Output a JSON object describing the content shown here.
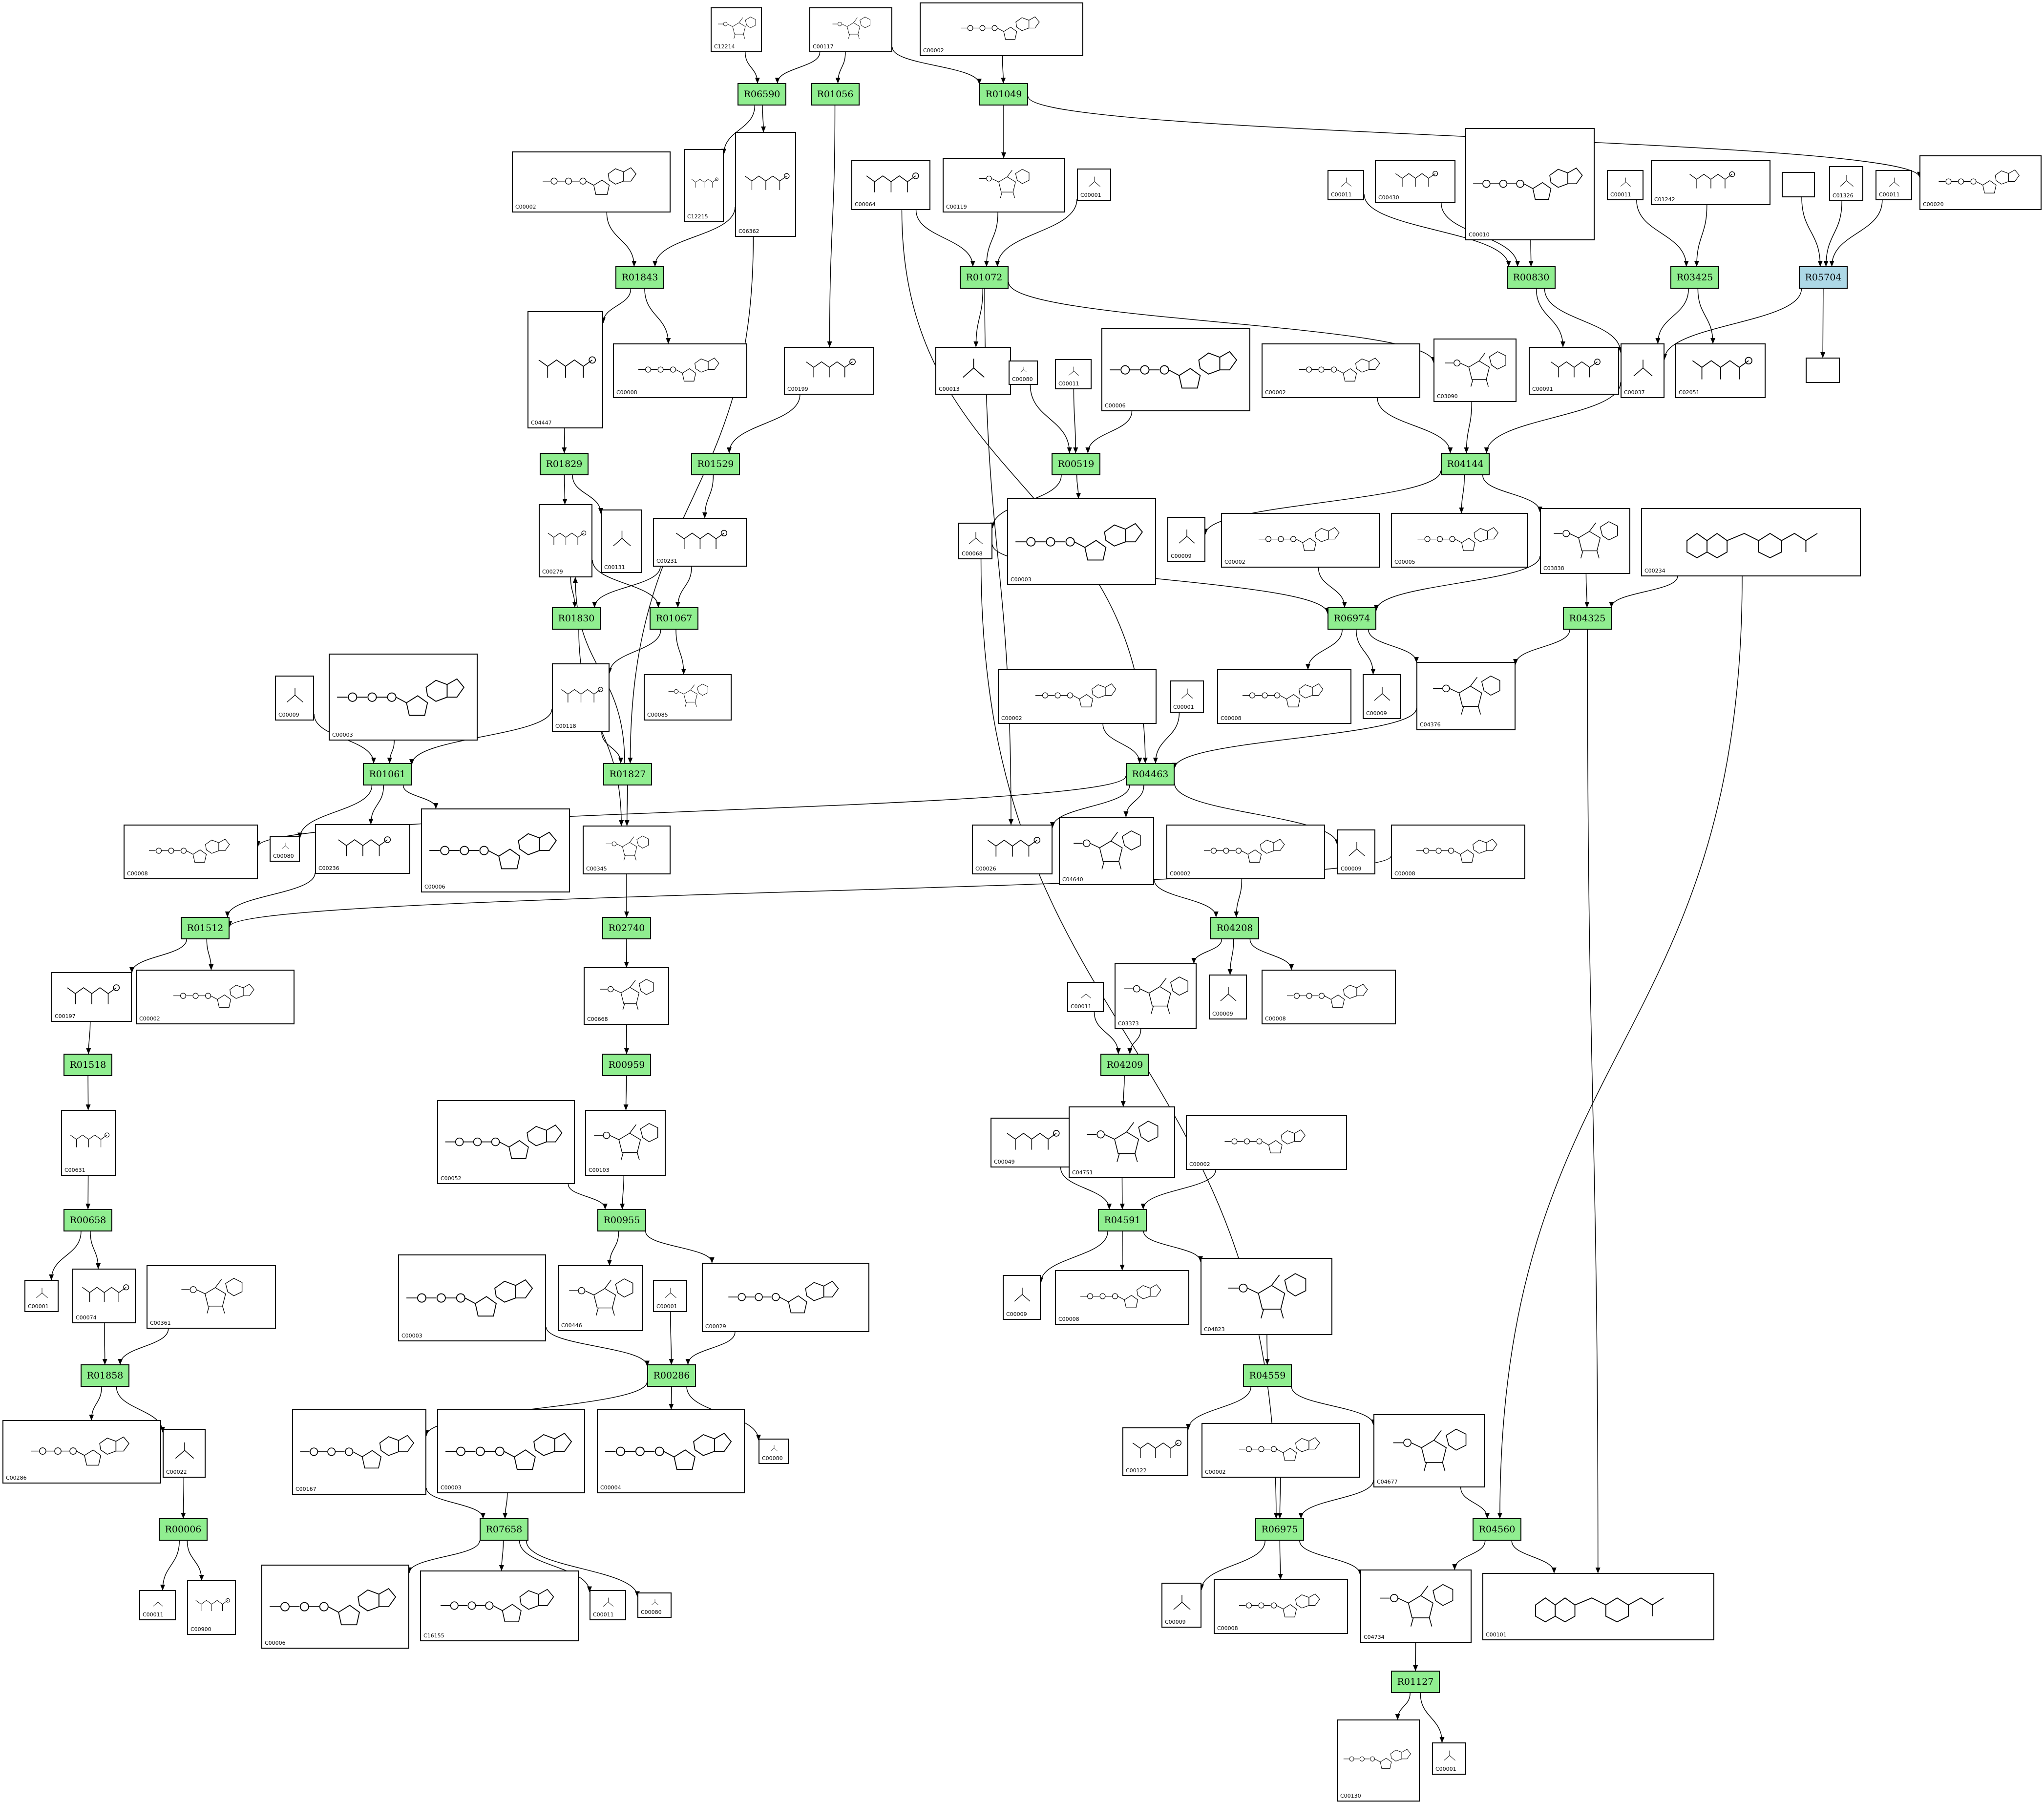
{
  "title": "",
  "reactions": [
    {
      "id": "R06590",
      "kind": "reaction"
    },
    {
      "id": "R01056",
      "kind": "reaction"
    },
    {
      "id": "R01049",
      "kind": "reaction"
    },
    {
      "id": "R01843",
      "kind": "reaction"
    },
    {
      "id": "R01072",
      "kind": "reaction"
    },
    {
      "id": "R00830",
      "kind": "reaction"
    },
    {
      "id": "R03425",
      "kind": "reaction"
    },
    {
      "id": "R05704",
      "kind": "reaction",
      "highlight": "#add8e6"
    },
    {
      "id": "R01829",
      "kind": "reaction"
    },
    {
      "id": "R01529",
      "kind": "reaction"
    },
    {
      "id": "R00519",
      "kind": "reaction"
    },
    {
      "id": "R04144",
      "kind": "reaction"
    },
    {
      "id": "R01830",
      "kind": "reaction"
    },
    {
      "id": "R01067",
      "kind": "reaction"
    },
    {
      "id": "R06974",
      "kind": "reaction"
    },
    {
      "id": "R04325",
      "kind": "reaction"
    },
    {
      "id": "R01061",
      "kind": "reaction"
    },
    {
      "id": "R01827",
      "kind": "reaction"
    },
    {
      "id": "R04463",
      "kind": "reaction"
    },
    {
      "id": "R01512",
      "kind": "reaction"
    },
    {
      "id": "R02740",
      "kind": "reaction"
    },
    {
      "id": "R04208",
      "kind": "reaction"
    },
    {
      "id": "R01518",
      "kind": "reaction"
    },
    {
      "id": "R00959",
      "kind": "reaction"
    },
    {
      "id": "R04209",
      "kind": "reaction"
    },
    {
      "id": "R00658",
      "kind": "reaction"
    },
    {
      "id": "R00955",
      "kind": "reaction"
    },
    {
      "id": "R04591",
      "kind": "reaction"
    },
    {
      "id": "R01858",
      "kind": "reaction"
    },
    {
      "id": "R00286",
      "kind": "reaction"
    },
    {
      "id": "R04559",
      "kind": "reaction"
    },
    {
      "id": "R00006",
      "kind": "reaction"
    },
    {
      "id": "R07658",
      "kind": "reaction"
    },
    {
      "id": "R06975",
      "kind": "reaction"
    },
    {
      "id": "R04560",
      "kind": "reaction"
    },
    {
      "id": "R01127",
      "kind": "reaction"
    }
  ],
  "compounds": [
    {
      "key": "c12214",
      "id": "C12214"
    },
    {
      "key": "c00117",
      "id": "C00117"
    },
    {
      "key": "c00002_top",
      "id": "C00002"
    },
    {
      "key": "c00002_a",
      "id": "C00002"
    },
    {
      "key": "c12215",
      "id": "C12215"
    },
    {
      "key": "c06362",
      "id": "C06362"
    },
    {
      "key": "c00064_a",
      "id": "C00064"
    },
    {
      "key": "c00119",
      "id": "C00119"
    },
    {
      "key": "c00001_a",
      "id": "C00001"
    },
    {
      "key": "c00011_a",
      "id": "C00011"
    },
    {
      "key": "c00430",
      "id": "C00430"
    },
    {
      "key": "c00010",
      "id": "C00010"
    },
    {
      "key": "c00011_b",
      "id": "C00011"
    },
    {
      "key": "c01242",
      "id": "C01242"
    },
    {
      "key": "c_blank",
      "id": ""
    },
    {
      "key": "c01326",
      "id": "C01326"
    },
    {
      "key": "c00011_c",
      "id": "C00011"
    },
    {
      "key": "c00020",
      "id": "C00020"
    },
    {
      "key": "c04447",
      "id": "C04447"
    },
    {
      "key": "c00008_a",
      "id": "C00008"
    },
    {
      "key": "c00199",
      "id": "C00199"
    },
    {
      "key": "c00013",
      "id": "C00013"
    },
    {
      "key": "c00080_a",
      "id": "C00080"
    },
    {
      "key": "c00011_d",
      "id": "C00011"
    },
    {
      "key": "c00006_a",
      "id": "C00006"
    },
    {
      "key": "c00002_b",
      "id": "C00002"
    },
    {
      "key": "c03090",
      "id": "C03090"
    },
    {
      "key": "c00091",
      "id": "C00091"
    },
    {
      "key": "c00037",
      "id": "C00037"
    },
    {
      "key": "c02051",
      "id": "C02051"
    },
    {
      "key": "c_blank2",
      "id": ""
    },
    {
      "key": "c00279",
      "id": "C00279"
    },
    {
      "key": "c00231",
      "id": "C00231"
    },
    {
      "key": "c00131",
      "id": "C00131"
    },
    {
      "key": "c00068",
      "id": "C00068"
    },
    {
      "key": "c00003_a",
      "id": "C00003"
    },
    {
      "key": "c00009_a",
      "id": "C00009"
    },
    {
      "key": "c00002_c",
      "id": "C00002"
    },
    {
      "key": "c00005_a",
      "id": "C00005"
    },
    {
      "key": "c03838",
      "id": "C03838"
    },
    {
      "key": "c00234",
      "id": "C00234"
    },
    {
      "key": "c00009_b",
      "id": "C00009"
    },
    {
      "key": "c00003_b",
      "id": "C00003"
    },
    {
      "key": "c00118",
      "id": "C00118"
    },
    {
      "key": "c00085",
      "id": "C00085"
    },
    {
      "key": "c00002_d",
      "id": "C00002"
    },
    {
      "key": "c00001_b",
      "id": "C00001"
    },
    {
      "key": "c00008_b",
      "id": "C00008"
    },
    {
      "key": "c00009_c",
      "id": "C00009"
    },
    {
      "key": "c04376",
      "id": "C04376"
    },
    {
      "key": "c00080_b",
      "id": "C00080"
    },
    {
      "key": "c00236",
      "id": "C00236"
    },
    {
      "key": "c00006_b",
      "id": "C00006"
    },
    {
      "key": "c00345",
      "id": "C00345"
    },
    {
      "key": "c00008_c",
      "id": "C00008"
    },
    {
      "key": "c00026",
      "id": "C00026"
    },
    {
      "key": "c04640",
      "id": "C04640"
    },
    {
      "key": "c00002_e",
      "id": "C00002"
    },
    {
      "key": "c00009_d",
      "id": "C00009"
    },
    {
      "key": "c00008_d",
      "id": "C00008"
    },
    {
      "key": "c00197",
      "id": "C00197"
    },
    {
      "key": "c00002_f",
      "id": "C00002"
    },
    {
      "key": "c00668",
      "id": "C00668"
    },
    {
      "key": "c00011_e",
      "id": "C00011"
    },
    {
      "key": "c03373",
      "id": "C03373"
    },
    {
      "key": "c00009_e",
      "id": "C00009"
    },
    {
      "key": "c00008_e",
      "id": "C00008"
    },
    {
      "key": "c00631",
      "id": "C00631"
    },
    {
      "key": "c00052",
      "id": "C00052"
    },
    {
      "key": "c00103",
      "id": "C00103"
    },
    {
      "key": "c00049",
      "id": "C00049"
    },
    {
      "key": "c04751",
      "id": "C04751"
    },
    {
      "key": "c00002_g",
      "id": "C00002"
    },
    {
      "key": "c00001_c",
      "id": "C00001"
    },
    {
      "key": "c00074",
      "id": "C00074"
    },
    {
      "key": "c00361",
      "id": "C00361"
    },
    {
      "key": "c00003_c",
      "id": "C00003"
    },
    {
      "key": "c00446",
      "id": "C00446"
    },
    {
      "key": "c00001_d",
      "id": "C00001"
    },
    {
      "key": "c00029",
      "id": "C00029"
    },
    {
      "key": "c00009_f",
      "id": "C00009"
    },
    {
      "key": "c00008_f",
      "id": "C00008"
    },
    {
      "key": "c04823",
      "id": "C04823"
    },
    {
      "key": "c00286",
      "id": "C00286"
    },
    {
      "key": "c00022",
      "id": "C00022"
    },
    {
      "key": "c00167",
      "id": "C00167"
    },
    {
      "key": "c00003_d",
      "id": "C00003"
    },
    {
      "key": "c00004",
      "id": "C00004"
    },
    {
      "key": "c00080_c",
      "id": "C00080"
    },
    {
      "key": "c00122",
      "id": "C00122"
    },
    {
      "key": "c00002_h",
      "id": "C00002"
    },
    {
      "key": "c04677",
      "id": "C04677"
    },
    {
      "key": "c00011_f",
      "id": "C00011"
    },
    {
      "key": "c00900",
      "id": "C00900"
    },
    {
      "key": "c00006_c",
      "id": "C00006"
    },
    {
      "key": "c16155",
      "id": "C16155"
    },
    {
      "key": "c00011_g",
      "id": "C00011"
    },
    {
      "key": "c00080_d",
      "id": "C00080"
    },
    {
      "key": "c00009_g",
      "id": "C00009"
    },
    {
      "key": "c00008_g",
      "id": "C00008"
    },
    {
      "key": "c04734",
      "id": "C04734"
    },
    {
      "key": "c00101",
      "id": "C00101"
    },
    {
      "key": "c00130",
      "id": "C00130"
    },
    {
      "key": "c00001_e",
      "id": "C00001"
    }
  ],
  "edges": [
    [
      "c12214",
      "R06590"
    ],
    [
      "c00117",
      "R06590"
    ],
    [
      "c00117",
      "R01056"
    ],
    [
      "c00117",
      "R01049"
    ],
    [
      "c00002_top",
      "R01049"
    ],
    [
      "R01049",
      "c00020"
    ],
    [
      "R06590",
      "c12215"
    ],
    [
      "R06590",
      "c06362"
    ],
    [
      "c00002_a",
      "R01843"
    ],
    [
      "c06362",
      "R01843"
    ],
    [
      "c06362",
      "R01827"
    ],
    [
      "R01049",
      "c00119"
    ],
    [
      "R01056",
      "c00199"
    ],
    [
      "c00064_a",
      "R01072"
    ],
    [
      "c00064_a",
      "R04463"
    ],
    [
      "c00119",
      "R01072"
    ],
    [
      "c00001_a",
      "R01072"
    ],
    [
      "R01843",
      "c04447"
    ],
    [
      "R01843",
      "c00008_a"
    ],
    [
      "R01072",
      "c00013"
    ],
    [
      "R01072",
      "c03090"
    ],
    [
      "R01072",
      "c00026"
    ],
    [
      "c00011_a",
      "R00830"
    ],
    [
      "c00430",
      "R00830"
    ],
    [
      "c00010",
      "R00830"
    ],
    [
      "R00830",
      "c00091"
    ],
    [
      "R00830",
      "c00037"
    ],
    [
      "c00011_b",
      "R03425"
    ],
    [
      "c01242",
      "R03425"
    ],
    [
      "R03425",
      "c00037"
    ],
    [
      "R03425",
      "c02051"
    ],
    [
      "c_blank",
      "R05704"
    ],
    [
      "c01326",
      "R05704"
    ],
    [
      "c00011_c",
      "R05704"
    ],
    [
      "R05704",
      "c00037"
    ],
    [
      "R05704",
      "c_blank2"
    ],
    [
      "c04447",
      "R01829"
    ],
    [
      "c00199",
      "R01529"
    ],
    [
      "c00080_a",
      "R00519"
    ],
    [
      "c00011_d",
      "R00519"
    ],
    [
      "c00006_a",
      "R00519"
    ],
    [
      "c00002_b",
      "R04144"
    ],
    [
      "c03090",
      "R04144"
    ],
    [
      "c00037",
      "R04144"
    ],
    [
      "R01829",
      "c00279"
    ],
    [
      "R01829",
      "c00131"
    ],
    [
      "R01529",
      "c00231"
    ],
    [
      "R00519",
      "c00068"
    ],
    [
      "R00519",
      "c00003_a"
    ],
    [
      "R04144",
      "c00009_a"
    ],
    [
      "R04144",
      "c00005_a"
    ],
    [
      "R04144",
      "c03838"
    ],
    [
      "c00002_c",
      "R06974"
    ],
    [
      "c00068",
      "R06974"
    ],
    [
      "c03838",
      "R06974"
    ],
    [
      "c03838",
      "R04325"
    ],
    [
      "c00234",
      "R04325"
    ],
    [
      "c00234",
      "R04560"
    ],
    [
      "c00068",
      "R06975"
    ],
    [
      "c00279",
      "R01830"
    ],
    [
      "c00231",
      "R01830"
    ],
    [
      "c00231",
      "R01067"
    ],
    [
      "c00279",
      "R01067"
    ],
    [
      "R06974",
      "c00008_b"
    ],
    [
      "R06974",
      "c00009_c"
    ],
    [
      "R06974",
      "c04376"
    ],
    [
      "R04325",
      "c04376"
    ],
    [
      "R04325",
      "c00101"
    ],
    [
      "R01830",
      "c00345"
    ],
    [
      "R01067",
      "c00085"
    ],
    [
      "R01067",
      "c00118"
    ],
    [
      "c00118",
      "R01827"
    ],
    [
      "c00118",
      "R01061"
    ],
    [
      "c00009_b",
      "R01061"
    ],
    [
      "c00003_b",
      "R01061"
    ],
    [
      "R01827",
      "c00279"
    ],
    [
      "R01827",
      "c00345"
    ],
    [
      "c00002_d",
      "R04463"
    ],
    [
      "c00001_b",
      "R04463"
    ],
    [
      "c04376",
      "R04463"
    ],
    [
      "R01061",
      "c00080_b"
    ],
    [
      "R01061",
      "c00236"
    ],
    [
      "R01061",
      "c00006_b"
    ],
    [
      "R04463",
      "c00026"
    ],
    [
      "R04463",
      "c04640"
    ],
    [
      "R04463",
      "c00009_d"
    ],
    [
      "R04463",
      "c00008_c"
    ],
    [
      "c00008_d",
      "R01512"
    ],
    [
      "c00236",
      "R01512"
    ],
    [
      "c00345",
      "R02740"
    ],
    [
      "c04640",
      "R04208"
    ],
    [
      "c00002_e",
      "R04208"
    ],
    [
      "R01512",
      "c00197"
    ],
    [
      "R01512",
      "c00002_f"
    ],
    [
      "R02740",
      "c00668"
    ],
    [
      "R04208",
      "c03373"
    ],
    [
      "R04208",
      "c00009_e"
    ],
    [
      "R04208",
      "c00008_e"
    ],
    [
      "c00197",
      "R01518"
    ],
    [
      "c00668",
      "R00959"
    ],
    [
      "c00011_e",
      "R04209"
    ],
    [
      "c03373",
      "R04209"
    ],
    [
      "R01518",
      "c00631"
    ],
    [
      "R00959",
      "c00103"
    ],
    [
      "R04209",
      "c04751"
    ],
    [
      "c00631",
      "R00658"
    ],
    [
      "c00052",
      "R00955"
    ],
    [
      "c00103",
      "R00955"
    ],
    [
      "c00049",
      "R04591"
    ],
    [
      "c04751",
      "R04591"
    ],
    [
      "c00002_g",
      "R04591"
    ],
    [
      "R00658",
      "c00001_c"
    ],
    [
      "R00658",
      "c00074"
    ],
    [
      "R00955",
      "c00446"
    ],
    [
      "R00955",
      "c00029"
    ],
    [
      "R04591",
      "c00009_f"
    ],
    [
      "R04591",
      "c00008_f"
    ],
    [
      "R04591",
      "c04823"
    ],
    [
      "c00074",
      "R01858"
    ],
    [
      "c00361",
      "R01858"
    ],
    [
      "c00003_c",
      "R00286"
    ],
    [
      "c00001_d",
      "R00286"
    ],
    [
      "c00029",
      "R00286"
    ],
    [
      "c04823",
      "R04559"
    ],
    [
      "R01858",
      "c00286"
    ],
    [
      "R01858",
      "c00022"
    ],
    [
      "R00286",
      "c00167"
    ],
    [
      "R00286",
      "c00004"
    ],
    [
      "R00286",
      "c00080_c"
    ],
    [
      "R04559",
      "c00122"
    ],
    [
      "R04559",
      "c04677"
    ],
    [
      "c00022",
      "R00006"
    ],
    [
      "c00167",
      "R07658"
    ],
    [
      "c00003_d",
      "R07658"
    ],
    [
      "c00002_h",
      "R06975"
    ],
    [
      "c04677",
      "R06975"
    ],
    [
      "c04677",
      "R04560"
    ],
    [
      "R00006",
      "c00011_f"
    ],
    [
      "R00006",
      "c00900"
    ],
    [
      "R07658",
      "c00006_c"
    ],
    [
      "R07658",
      "c16155"
    ],
    [
      "R07658",
      "c00011_g"
    ],
    [
      "R07658",
      "c00080_d"
    ],
    [
      "R06975",
      "c00009_g"
    ],
    [
      "R06975",
      "c00008_g"
    ],
    [
      "R06975",
      "c04734"
    ],
    [
      "R04560",
      "c04734"
    ],
    [
      "R04560",
      "c00101"
    ],
    [
      "c04734",
      "R01127"
    ],
    [
      "R01127",
      "c00130"
    ],
    [
      "R01127",
      "c00001_e"
    ]
  ],
  "colors": {
    "reaction_fill": "#90ee90",
    "highlight_fill": "#add8e6",
    "edge": "#000000",
    "box_border": "#000000"
  }
}
